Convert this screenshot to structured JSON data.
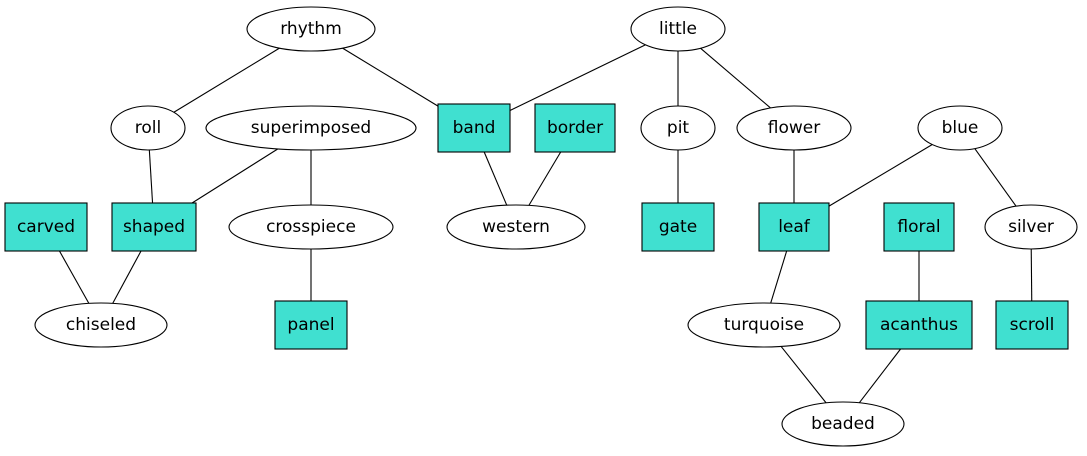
{
  "colors": {
    "box_fill": "#40e0d0",
    "ellipse_fill": "#ffffff",
    "stroke": "#000000"
  },
  "nodes": [
    {
      "id": "rhythm",
      "label": "rhythm",
      "shape": "ellipse"
    },
    {
      "id": "little",
      "label": "little",
      "shape": "ellipse"
    },
    {
      "id": "roll",
      "label": "roll",
      "shape": "ellipse"
    },
    {
      "id": "superimposed",
      "label": "superimposed",
      "shape": "ellipse"
    },
    {
      "id": "band",
      "label": "band",
      "shape": "box"
    },
    {
      "id": "border",
      "label": "border",
      "shape": "box"
    },
    {
      "id": "pit",
      "label": "pit",
      "shape": "ellipse"
    },
    {
      "id": "flower",
      "label": "flower",
      "shape": "ellipse"
    },
    {
      "id": "blue",
      "label": "blue",
      "shape": "ellipse"
    },
    {
      "id": "carved",
      "label": "carved",
      "shape": "box"
    },
    {
      "id": "shaped",
      "label": "shaped",
      "shape": "box"
    },
    {
      "id": "crosspiece",
      "label": "crosspiece",
      "shape": "ellipse"
    },
    {
      "id": "western",
      "label": "western",
      "shape": "ellipse"
    },
    {
      "id": "gate",
      "label": "gate",
      "shape": "box"
    },
    {
      "id": "leaf",
      "label": "leaf",
      "shape": "box"
    },
    {
      "id": "floral",
      "label": "floral",
      "shape": "box"
    },
    {
      "id": "silver",
      "label": "silver",
      "shape": "ellipse"
    },
    {
      "id": "chiseled",
      "label": "chiseled",
      "shape": "ellipse"
    },
    {
      "id": "panel",
      "label": "panel",
      "shape": "box"
    },
    {
      "id": "turquoise",
      "label": "turquoise",
      "shape": "ellipse"
    },
    {
      "id": "acanthus",
      "label": "acanthus",
      "shape": "box"
    },
    {
      "id": "scroll",
      "label": "scroll",
      "shape": "box"
    },
    {
      "id": "beaded",
      "label": "beaded",
      "shape": "ellipse"
    }
  ],
  "edges": [
    [
      "rhythm",
      "roll"
    ],
    [
      "rhythm",
      "band"
    ],
    [
      "little",
      "band"
    ],
    [
      "little",
      "pit"
    ],
    [
      "little",
      "flower"
    ],
    [
      "roll",
      "shaped"
    ],
    [
      "superimposed",
      "shaped"
    ],
    [
      "superimposed",
      "crosspiece"
    ],
    [
      "band",
      "western"
    ],
    [
      "border",
      "western"
    ],
    [
      "pit",
      "gate"
    ],
    [
      "flower",
      "leaf"
    ],
    [
      "blue",
      "leaf"
    ],
    [
      "blue",
      "silver"
    ],
    [
      "carved",
      "chiseled"
    ],
    [
      "shaped",
      "chiseled"
    ],
    [
      "crosspiece",
      "panel"
    ],
    [
      "leaf",
      "turquoise"
    ],
    [
      "floral",
      "acanthus"
    ],
    [
      "silver",
      "scroll"
    ],
    [
      "turquoise",
      "beaded"
    ],
    [
      "acanthus",
      "beaded"
    ]
  ]
}
